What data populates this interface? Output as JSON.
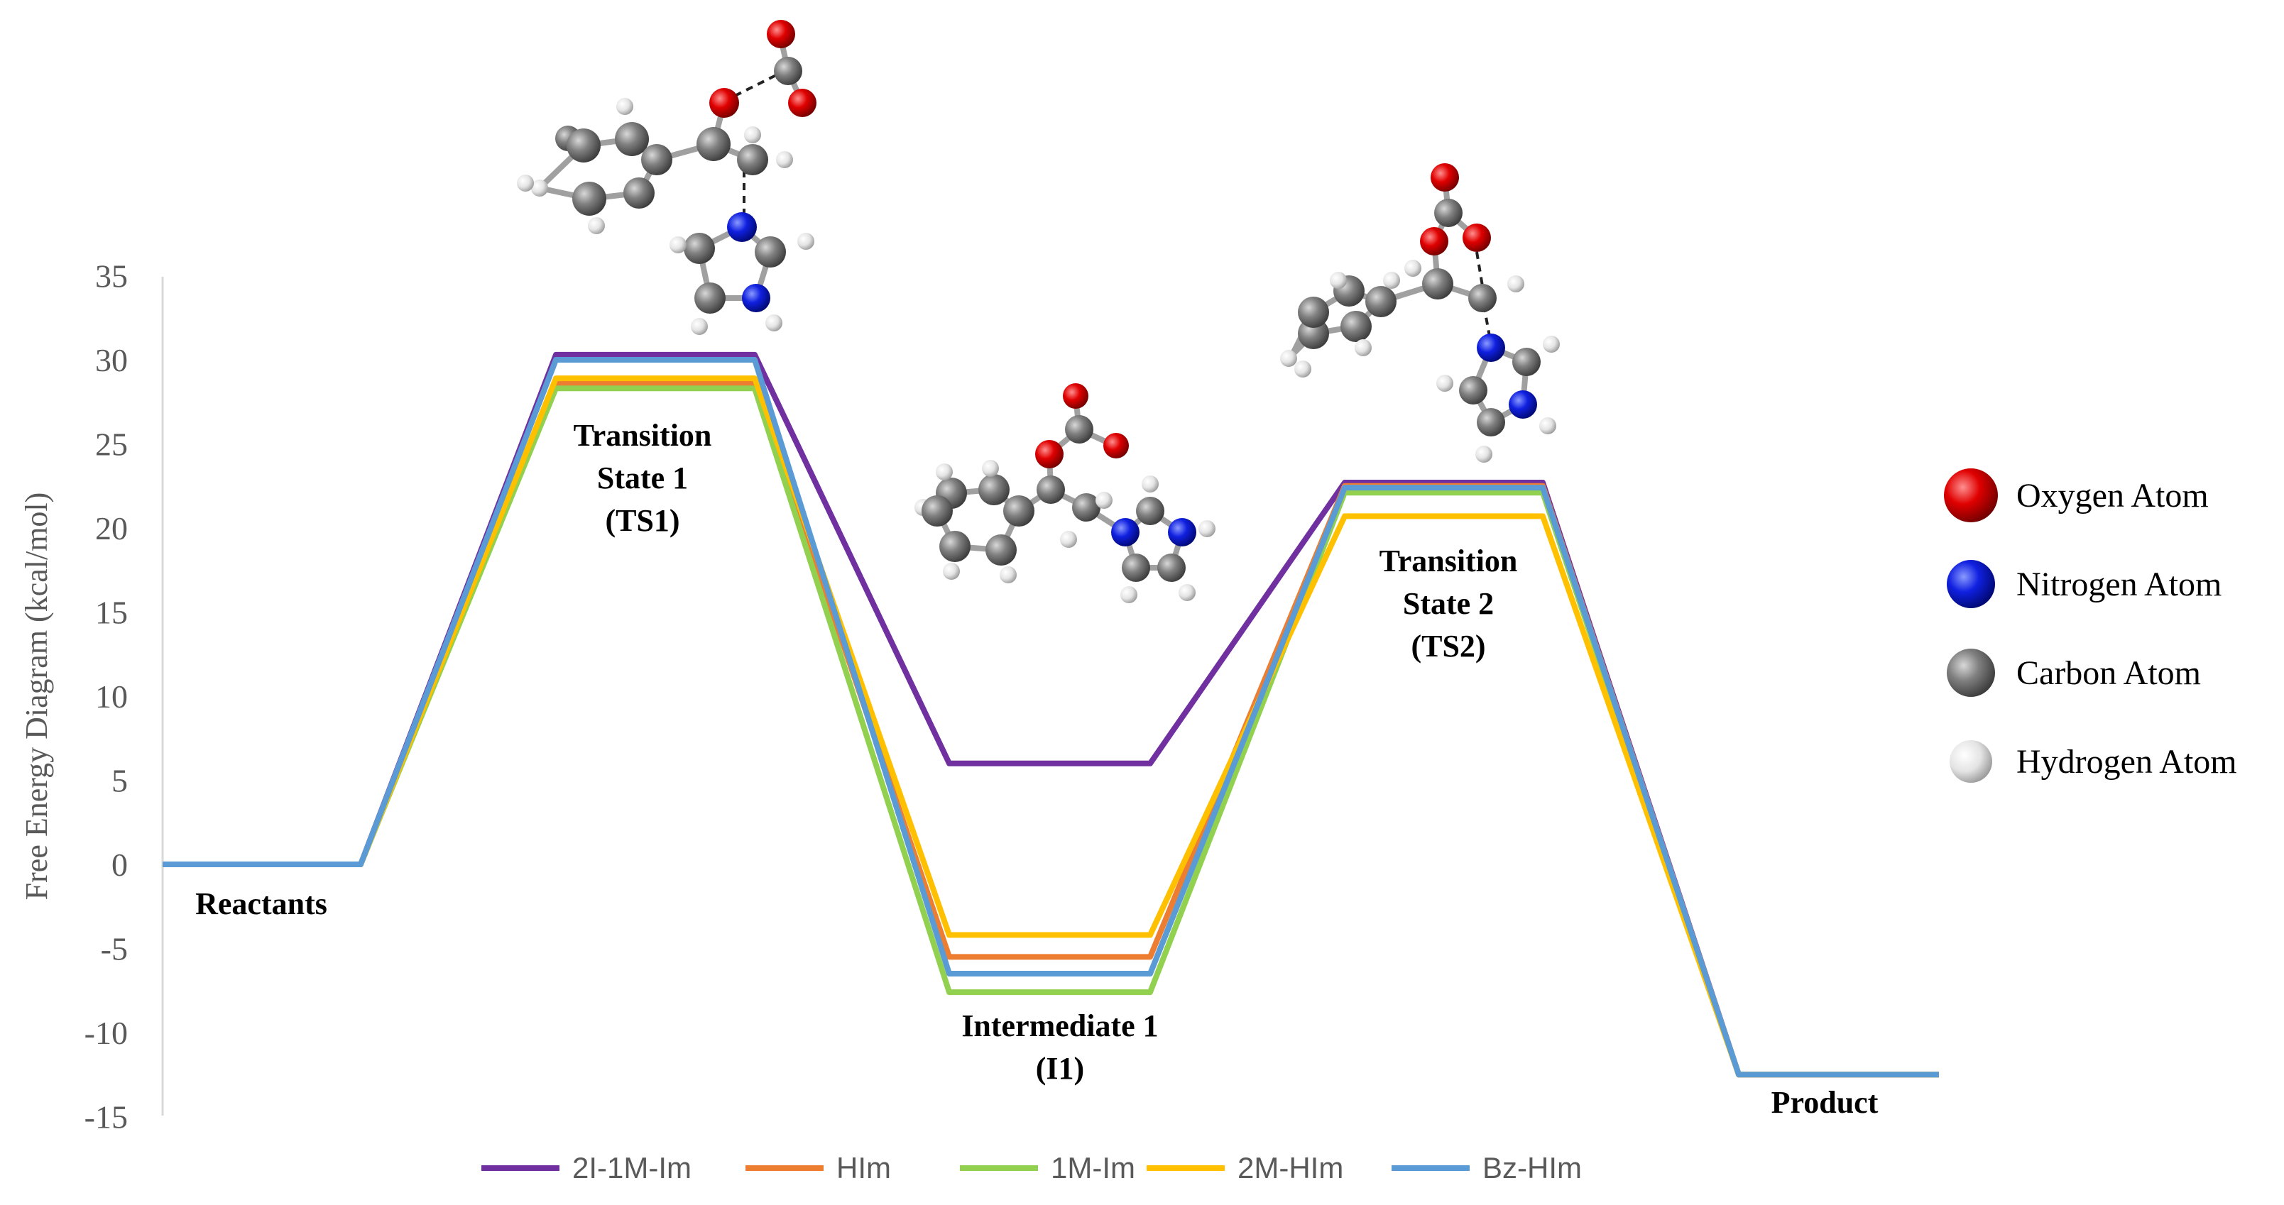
{
  "chart_data": {
    "type": "line",
    "title": "",
    "xlabel": "",
    "ylabel": "Free Energy Diagram (kcal/mol)",
    "ylim": [
      -15,
      35
    ],
    "yticks": [
      35,
      30,
      25,
      20,
      15,
      10,
      5,
      0,
      -5,
      -10,
      -15
    ],
    "grid": false,
    "legend_position": "bottom",
    "stages": [
      {
        "label_lines": [
          "Reactants"
        ]
      },
      {
        "label_lines": [
          "Transition",
          "State 1",
          "(TS1)"
        ]
      },
      {
        "label_lines": [
          "Intermediate 1",
          "(I1)"
        ]
      },
      {
        "label_lines": [
          "Transition",
          "State 2",
          "(TS2)"
        ]
      },
      {
        "label_lines": [
          "Product"
        ]
      }
    ],
    "series": [
      {
        "name": "2I-1M-Im",
        "color": "#7030A0",
        "values": [
          0,
          30.3,
          6.0,
          22.7,
          -12.5
        ]
      },
      {
        "name": "HIm",
        "color": "#ED7D31",
        "values": [
          0,
          28.6,
          -5.5,
          22.5,
          -12.5
        ]
      },
      {
        "name": "1M-Im",
        "color": "#92D050",
        "values": [
          0,
          28.3,
          -7.6,
          22.1,
          -12.5
        ]
      },
      {
        "name": "2M-HIm",
        "color": "#FFC000",
        "values": [
          0,
          28.9,
          -4.2,
          20.7,
          -12.5
        ]
      },
      {
        "name": "Bz-HIm",
        "color": "#5B9BD5",
        "values": [
          0,
          30.0,
          -6.5,
          22.4,
          -12.5
        ]
      }
    ]
  },
  "atom_legend": [
    {
      "label": "Oxygen Atom",
      "color": "#E00000"
    },
    {
      "label": "Nitrogen Atom",
      "color": "#1020E0"
    },
    {
      "label": "Carbon Atom",
      "color": "#808080"
    },
    {
      "label": "Hydrogen Atom",
      "color": "#E8E8E8"
    }
  ],
  "molecule_icons": [
    "ts1-molecule",
    "i1-molecule",
    "ts2-molecule"
  ]
}
